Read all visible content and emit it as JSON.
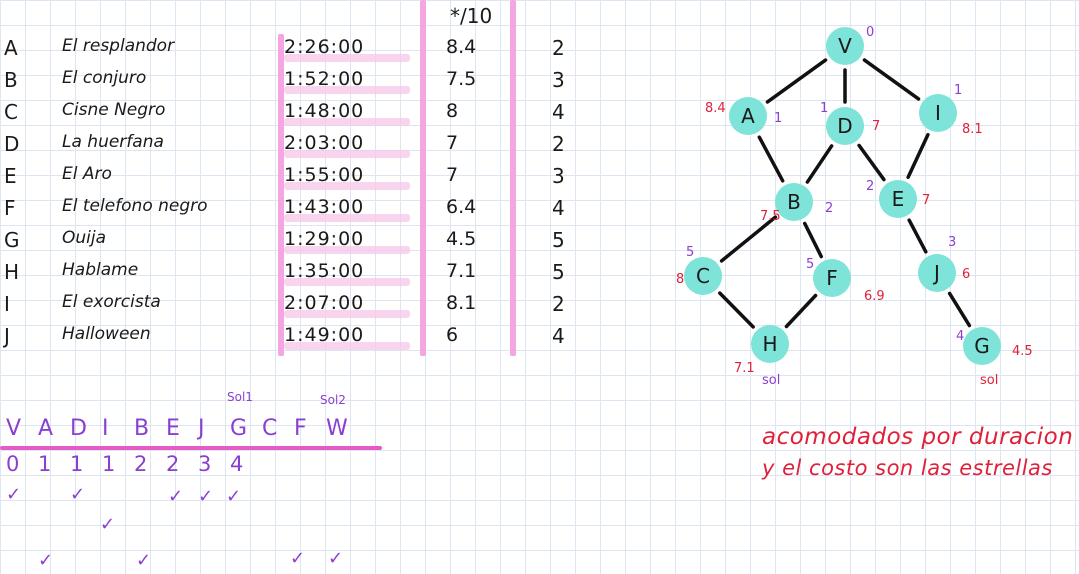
{
  "table": {
    "star_header": "*/10",
    "rows": [
      {
        "letter": "A",
        "title": "El resplandor",
        "duration": "2:26:00",
        "stars": "8.4",
        "rank": "2"
      },
      {
        "letter": "B",
        "title": "El conjuro",
        "duration": "1:52:00",
        "stars": "7.5",
        "rank": "3"
      },
      {
        "letter": "C",
        "title": "Cisne Negro",
        "duration": "1:48:00",
        "stars": "8",
        "rank": "4"
      },
      {
        "letter": "D",
        "title": "La huerfana",
        "duration": "2:03:00",
        "stars": "7",
        "rank": "2"
      },
      {
        "letter": "E",
        "title": "El Aro",
        "duration": "1:55:00",
        "stars": "7",
        "rank": "3"
      },
      {
        "letter": "F",
        "title": "El telefono negro",
        "duration": "1:43:00",
        "stars": "6.4",
        "rank": "4"
      },
      {
        "letter": "G",
        "title": "Ouija",
        "duration": "1:29:00",
        "stars": "4.5",
        "rank": "5"
      },
      {
        "letter": "H",
        "title": "Hablame",
        "duration": "1:35:00",
        "stars": "7.1",
        "rank": "5"
      },
      {
        "letter": "I",
        "title": "El exorcista",
        "duration": "2:07:00",
        "stars": "8.1",
        "rank": "2"
      },
      {
        "letter": "J",
        "title": "Halloween",
        "duration": "1:49:00",
        "stars": "6",
        "rank": "4"
      }
    ]
  },
  "traversal": {
    "sol1_label": "Sol1",
    "sol2_label": "Sol2",
    "order": [
      "V",
      "A",
      "D",
      "I",
      "B",
      "E",
      "J",
      "G",
      "C",
      "F",
      "W"
    ],
    "levels": [
      "0",
      "1",
      "1",
      "1",
      "2",
      "2",
      "3",
      "4"
    ],
    "check": "✓"
  },
  "graph": {
    "nodes": [
      {
        "id": "V",
        "label": "V",
        "level": "0"
      },
      {
        "id": "A",
        "label": "A",
        "level": "1",
        "stars": "8.4"
      },
      {
        "id": "D",
        "label": "D",
        "level": "1",
        "stars": "7"
      },
      {
        "id": "I",
        "label": "I",
        "level": "1",
        "stars": "8.1"
      },
      {
        "id": "B",
        "label": "B",
        "level": "2",
        "stars": "7.5"
      },
      {
        "id": "E",
        "label": "E",
        "level": "2",
        "stars": "7"
      },
      {
        "id": "C",
        "label": "C",
        "level": "5",
        "stars": "8"
      },
      {
        "id": "F",
        "label": "F",
        "level": "5",
        "stars": "6.9"
      },
      {
        "id": "J",
        "label": "J",
        "level": "3",
        "stars": "6"
      },
      {
        "id": "H",
        "label": "H",
        "stars": "7.1",
        "note": "sol"
      },
      {
        "id": "G",
        "label": "G",
        "level": "4",
        "stars": "4.5",
        "note": "sol"
      }
    ],
    "edges": [
      [
        "V",
        "A"
      ],
      [
        "V",
        "D"
      ],
      [
        "V",
        "I"
      ],
      [
        "A",
        "B"
      ],
      [
        "D",
        "B"
      ],
      [
        "D",
        "E"
      ],
      [
        "I",
        "E"
      ],
      [
        "B",
        "C"
      ],
      [
        "B",
        "F"
      ],
      [
        "E",
        "J"
      ],
      [
        "C",
        "H"
      ],
      [
        "F",
        "H"
      ],
      [
        "J",
        "G"
      ]
    ],
    "node_color": "#7ee3d8"
  },
  "note": {
    "line1": "acomodados por duracion",
    "line2": "y el costo son las estrellas"
  },
  "colors": {
    "pink": "#f4a6e3",
    "purple": "#8a3fd0",
    "red": "#e0203a",
    "teal": "#7ee3d8"
  }
}
